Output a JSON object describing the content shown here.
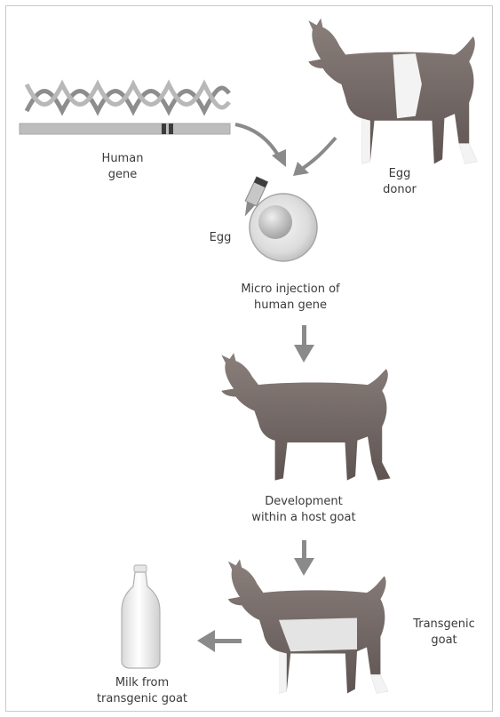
{
  "labels": {
    "human_gene_line1": "Human",
    "human_gene_line2": "gene",
    "egg_donor_line1": "Egg",
    "egg_donor_line2": "donor",
    "egg": "Egg",
    "micro_injection_line1": "Micro injection of",
    "micro_injection_line2": "human gene",
    "development_line1": "Development",
    "development_line2": "within a host goat",
    "transgenic_line1": "Transgenic",
    "transgenic_line2": "goat",
    "milk_line1": "Milk from",
    "milk_line2": "transgenic goat"
  },
  "colors": {
    "goat_brown": "#7a6e6a",
    "goat_dark": "#4c4442",
    "goat_white": "#f3f3f3",
    "arrow": "#8a8a8a",
    "frame": "#c9c9c9",
    "gene_bar": "#bdbdbd",
    "gene_band": "#3b3b3b"
  }
}
